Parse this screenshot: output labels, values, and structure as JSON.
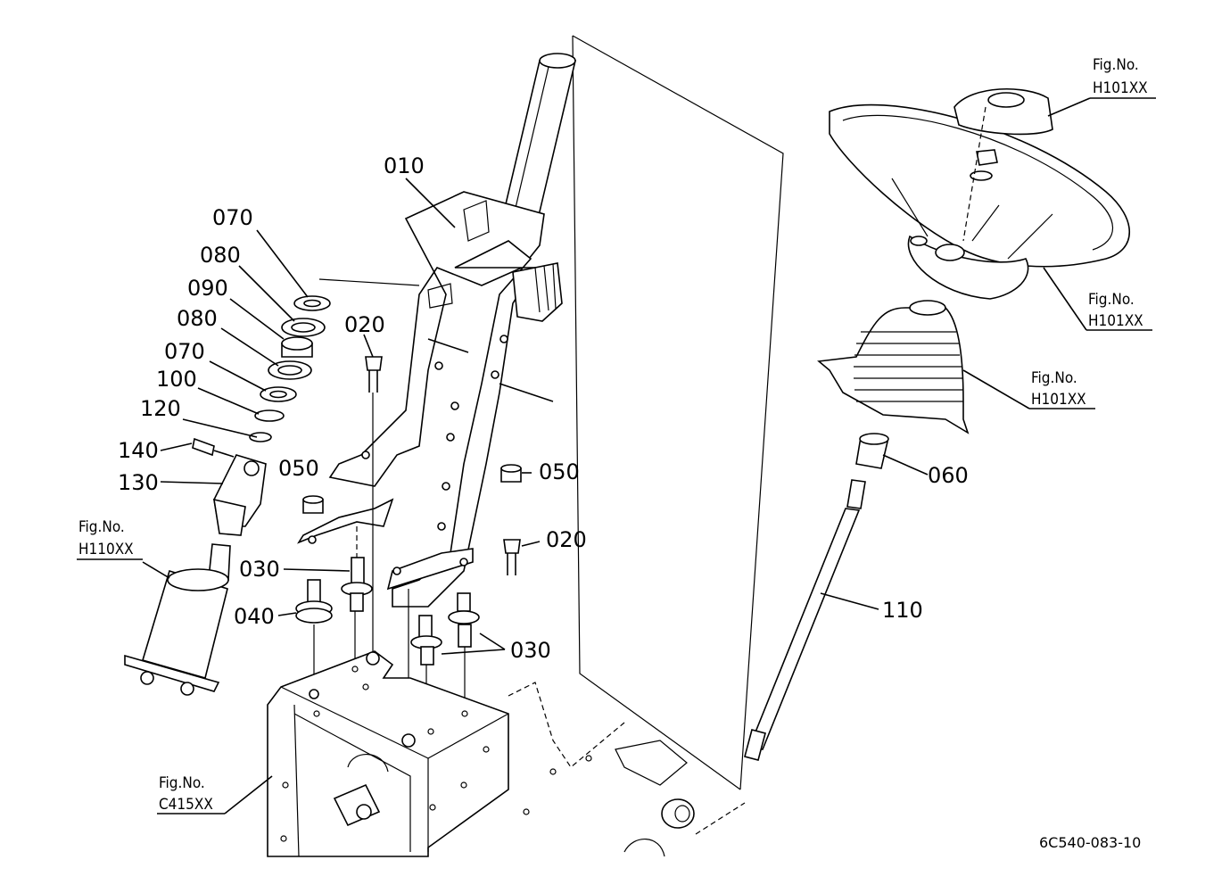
{
  "parts": {
    "p010": "010",
    "p020a": "020",
    "p020b": "020",
    "p030a": "030",
    "p030b": "030",
    "p040": "040",
    "p050a": "050",
    "p050b": "050",
    "p060": "060",
    "p070a": "070",
    "p070b": "070",
    "p080a": "080",
    "p080b": "080",
    "p090": "090",
    "p100": "100",
    "p110": "110",
    "p120": "120",
    "p130": "130",
    "p140": "140"
  },
  "figure_refs": {
    "f1_caption": "Fig.No.",
    "f1_code": "H101XX",
    "f2_caption": "Fig.No.",
    "f2_code": "H101XX",
    "f3_caption": "Fig.No.",
    "f3_code": "H101XX",
    "f4_caption": "Fig.No.",
    "f4_code": "H110XX",
    "f5_caption": "Fig.No.",
    "f5_code": "C415XX"
  },
  "drawing_code": "6C540-083-10"
}
